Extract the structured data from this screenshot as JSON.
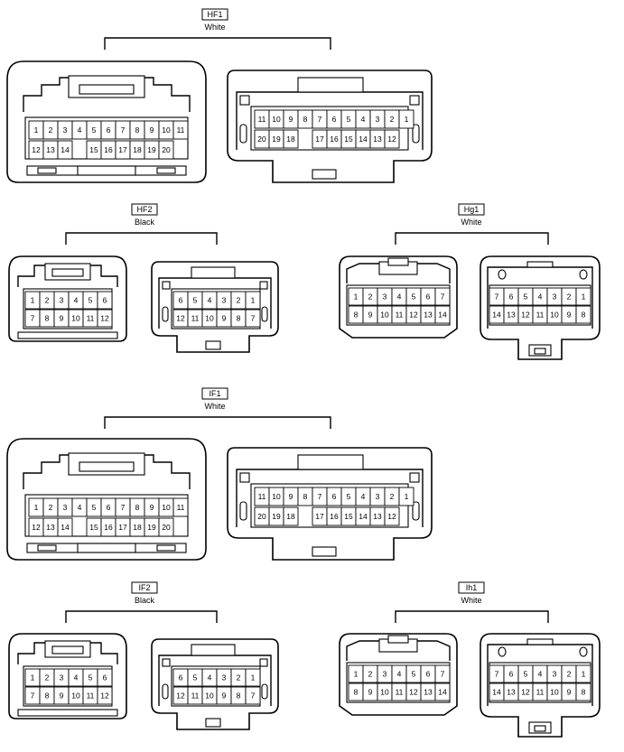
{
  "connectors": [
    {
      "id": "HF1",
      "name": "HF1",
      "color": "White",
      "size": "20"
    },
    {
      "id": "HF2",
      "name": "HF2",
      "color": "Black",
      "size": "12"
    },
    {
      "id": "Hg1",
      "name": "Hg1",
      "color": "White",
      "size": "14"
    },
    {
      "id": "IF1",
      "name": "IF1",
      "color": "White",
      "size": "20"
    },
    {
      "id": "IF2",
      "name": "IF2",
      "color": "Black",
      "size": "12"
    },
    {
      "id": "Ih1",
      "name": "Ih1",
      "color": "White",
      "size": "14"
    }
  ],
  "pin_layouts": {
    "20_female": {
      "row1": [
        "1",
        "2",
        "3",
        "4",
        "5",
        "6",
        "7",
        "8",
        "9",
        "10",
        "11"
      ],
      "row2": [
        "12",
        "13",
        "14",
        "15",
        "16",
        "17",
        "18",
        "19",
        "20"
      ]
    },
    "20_male": {
      "row1": [
        "11",
        "10",
        "9",
        "8",
        "7",
        "6",
        "5",
        "4",
        "3",
        "2",
        "1"
      ],
      "row2": [
        "20",
        "19",
        "18",
        "17",
        "16",
        "15",
        "14",
        "13",
        "12"
      ]
    },
    "12_female": {
      "row1": [
        "1",
        "2",
        "3",
        "4",
        "5",
        "6"
      ],
      "row2": [
        "7",
        "8",
        "9",
        "10",
        "11",
        "12"
      ]
    },
    "12_male": {
      "row1": [
        "6",
        "5",
        "4",
        "3",
        "2",
        "1"
      ],
      "row2": [
        "12",
        "11",
        "10",
        "9",
        "8",
        "7"
      ]
    },
    "14_female": {
      "row1": [
        "1",
        "2",
        "3",
        "4",
        "5",
        "6",
        "7"
      ],
      "row2": [
        "8",
        "9",
        "10",
        "11",
        "12",
        "13",
        "14"
      ]
    },
    "14_male": {
      "row1": [
        "7",
        "6",
        "5",
        "4",
        "3",
        "2",
        "1"
      ],
      "row2": [
        "14",
        "13",
        "12",
        "11",
        "10",
        "9",
        "8"
      ]
    }
  }
}
